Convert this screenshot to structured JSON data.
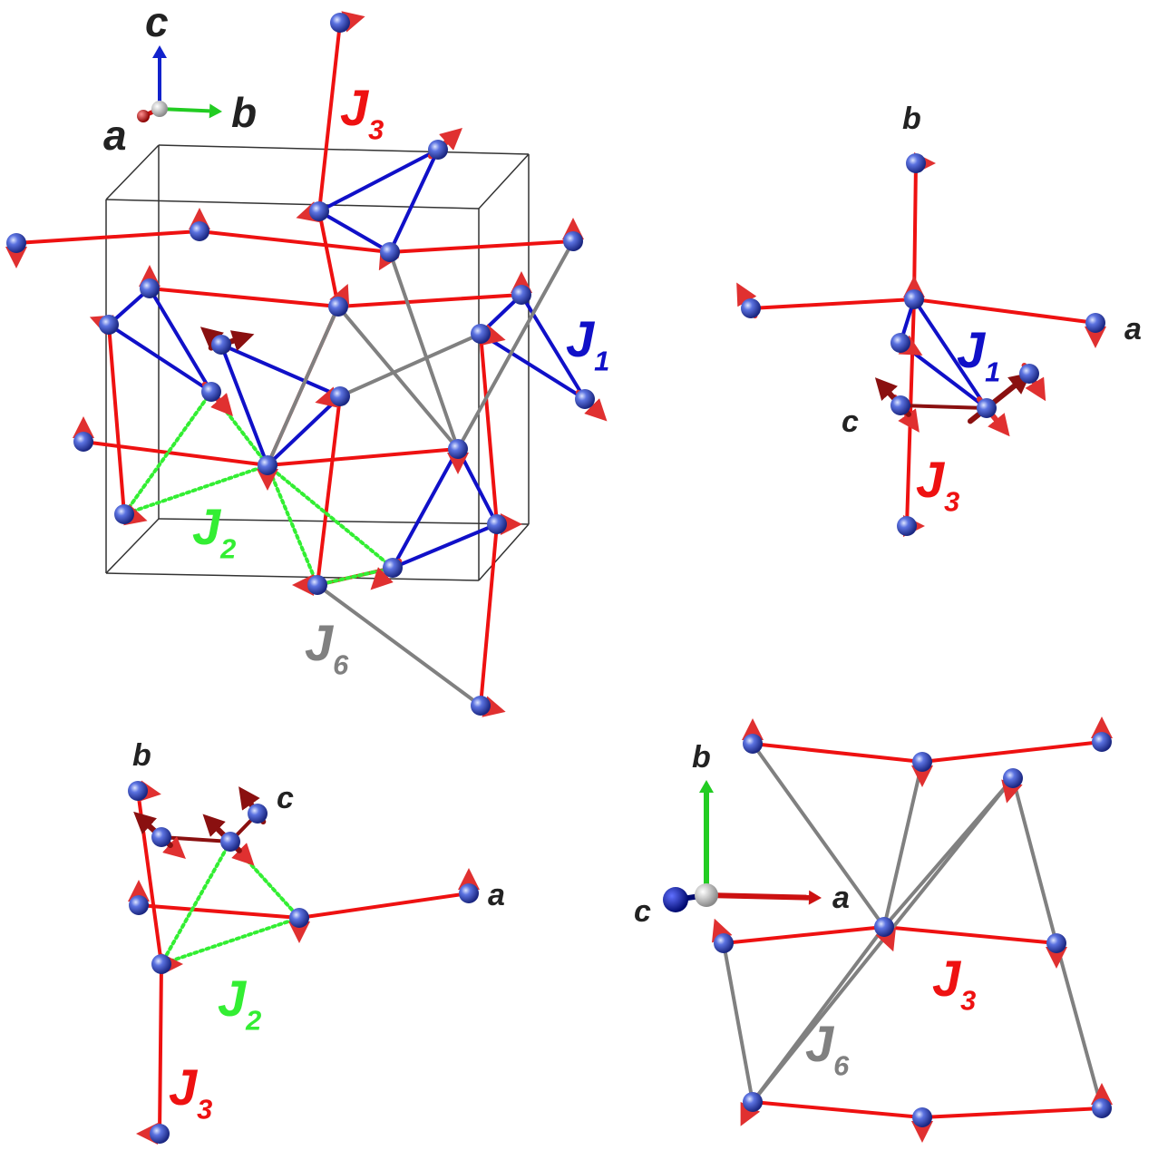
{
  "colors": {
    "j1": "#1010c8",
    "j2": "#33ee33",
    "j3": "#ee1111",
    "j6": "#808080",
    "atom": "#3a4fc4",
    "spin": "#e03030",
    "cell": "#333333",
    "axis_a": "#cc1111",
    "axis_b": "#22cc22",
    "axis_c": "#1122cc"
  },
  "panel_main": {
    "axes": {
      "a": "a",
      "b": "b",
      "c": "c"
    },
    "labels": {
      "j3": {
        "main": "J",
        "sub": "3"
      },
      "j1": {
        "main": "J",
        "sub": "1"
      },
      "j2": {
        "main": "J",
        "sub": "2"
      },
      "j6": {
        "main": "J",
        "sub": "6"
      }
    }
  },
  "panel_top_right": {
    "axes": {
      "a": "a",
      "b": "b",
      "c": "c"
    },
    "labels": {
      "j1": {
        "main": "J",
        "sub": "1"
      },
      "j3": {
        "main": "J",
        "sub": "3"
      }
    }
  },
  "panel_bottom_left": {
    "axes": {
      "a": "a",
      "b": "b",
      "c": "c"
    },
    "labels": {
      "j2": {
        "main": "J",
        "sub": "2"
      },
      "j3": {
        "main": "J",
        "sub": "3"
      }
    }
  },
  "panel_bottom_right": {
    "axes": {
      "a": "a",
      "b": "b",
      "c": "c"
    },
    "labels": {
      "j3": {
        "main": "J",
        "sub": "3"
      },
      "j6": {
        "main": "J",
        "sub": "6"
      }
    }
  }
}
